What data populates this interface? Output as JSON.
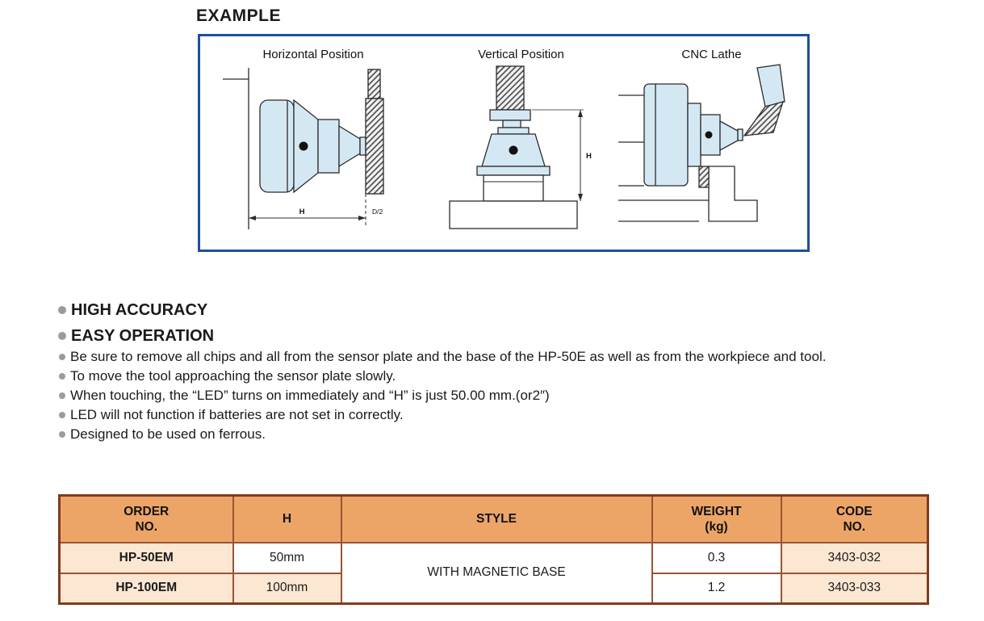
{
  "example": {
    "heading": "EXAMPLE"
  },
  "diagrams": {
    "horizontal": {
      "label": "Horizontal Position",
      "dim_h": "H",
      "dim_d2": "D/2"
    },
    "vertical": {
      "label": "Vertical Position",
      "dim_h": "H"
    },
    "cnc": {
      "label": "CNC Lathe"
    }
  },
  "features": {
    "items": [
      "HIGH ACCURACY",
      "EASY OPERATION"
    ]
  },
  "notes": {
    "items": [
      "Be sure to remove all chips and all from the sensor plate and the base of the HP-50E as well as from the workpiece and tool.",
      "To move the tool approaching the sensor plate slowly.",
      "When touching, the “LED” turns on immediately and “H” is just 50.00 mm.(or2″)",
      "LED will not function if batteries are not set in correctly.",
      "Designed to be used on ferrous."
    ]
  },
  "table": {
    "headers": [
      {
        "line1": "ORDER",
        "line2": "NO."
      },
      {
        "line1": "H",
        "line2": ""
      },
      {
        "line1": "STYLE",
        "line2": ""
      },
      {
        "line1": "WEIGHT",
        "line2": "(kg)"
      },
      {
        "line1": "CODE",
        "line2": "NO."
      }
    ],
    "style_value": "WITH MAGNETIC BASE",
    "rows": [
      {
        "order_no": "HP-50EM",
        "h": "50mm",
        "weight": "0.3",
        "code_no": "3403-032"
      },
      {
        "order_no": "HP-100EM",
        "h": "100mm",
        "weight": "1.2",
        "code_no": "3403-033"
      }
    ]
  },
  "colors": {
    "panel_border": "#1e4f9e",
    "table_header_bg": "#eda567",
    "table_accent_bg": "#fbe7d2",
    "table_border": "#9a5433",
    "diagram_fill": "#d4e8f4",
    "bullet_gray": "#9b9b9b"
  }
}
